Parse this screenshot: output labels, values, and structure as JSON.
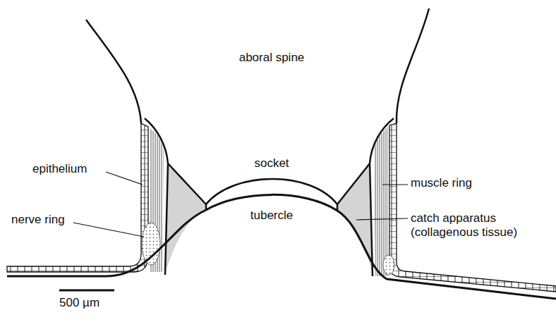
{
  "diagram": {
    "labels": [
      "aboral spine",
      "socket",
      "tubercle",
      "epithelium",
      "nerve ring",
      "muscle ring",
      "catch apparatus (collagenous tissue)",
      "500 µm"
    ]
  }
}
